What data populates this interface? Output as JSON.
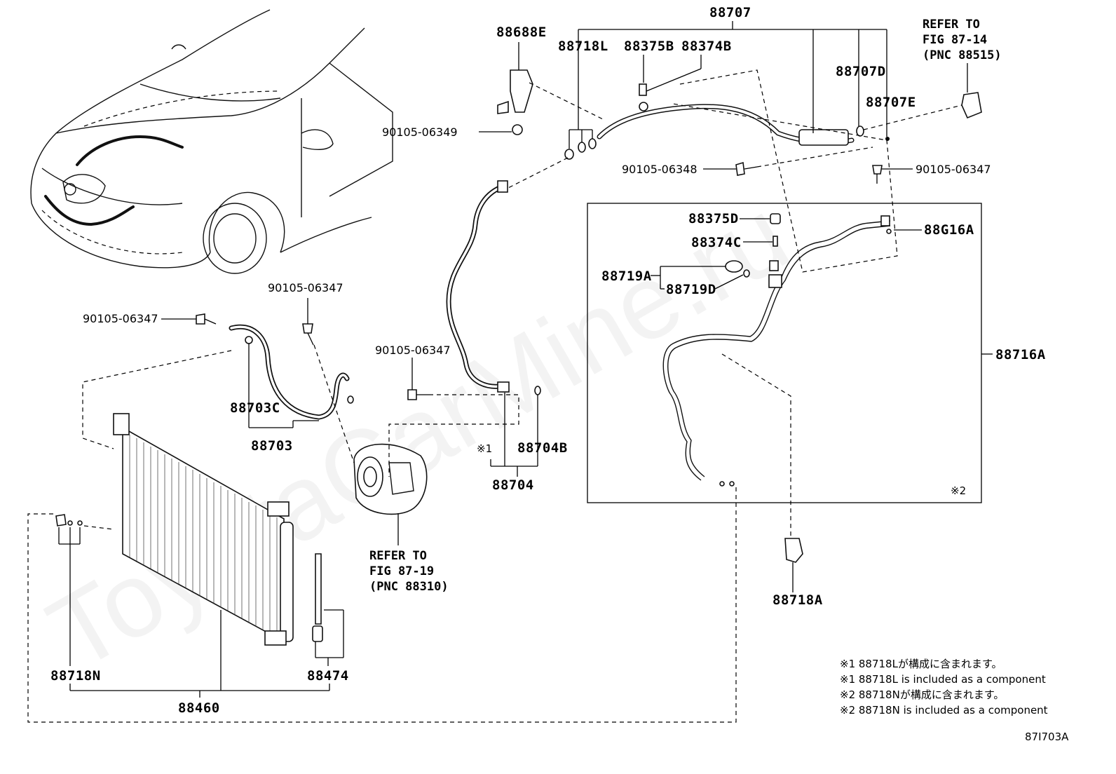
{
  "diagram": {
    "part_labels": {
      "p88707": "88707",
      "p88688E": "88688E",
      "p88718L": "88718L",
      "p88375B": "88375B",
      "p88374B": "88374B",
      "p88707D": "88707D",
      "p88707E": "88707E",
      "p90105_06349": "90105-06349",
      "p90105_06348": "90105-06348",
      "p90105_06347_right": "90105-06347",
      "p88375D": "88375D",
      "p88374C": "88374C",
      "p88G16A": "88G16A",
      "p88719A": "88719A",
      "p88719D": "88719D",
      "p88716A": "88716A",
      "p90105_06347_top": "90105-06347",
      "p90105_06347_left": "90105-06347",
      "p90105_06347_mid": "90105-06347",
      "p88703C": "88703C",
      "p88703": "88703",
      "p88704B": "88704B",
      "p88704": "88704",
      "p88718A": "88718A",
      "p88718N": "88718N",
      "p88474": "88474",
      "p88460": "88460",
      "mark1": "※1",
      "mark2": "※2"
    },
    "refer_top": [
      "REFER TO",
      "FIG 87-14",
      "(PNC 88515)"
    ],
    "refer_compressor": [
      "REFER TO",
      "FIG 87-19",
      "(PNC 88310)"
    ],
    "notes": [
      "※1 88718Lが構成に含まれます。",
      "※1 88718L is included as a component",
      "※2 88718Nが構成に含まれます。",
      "※2 88718N is included as a component"
    ],
    "figure_code": "87I703A",
    "watermark": "ToyotaCarMine.ru"
  }
}
